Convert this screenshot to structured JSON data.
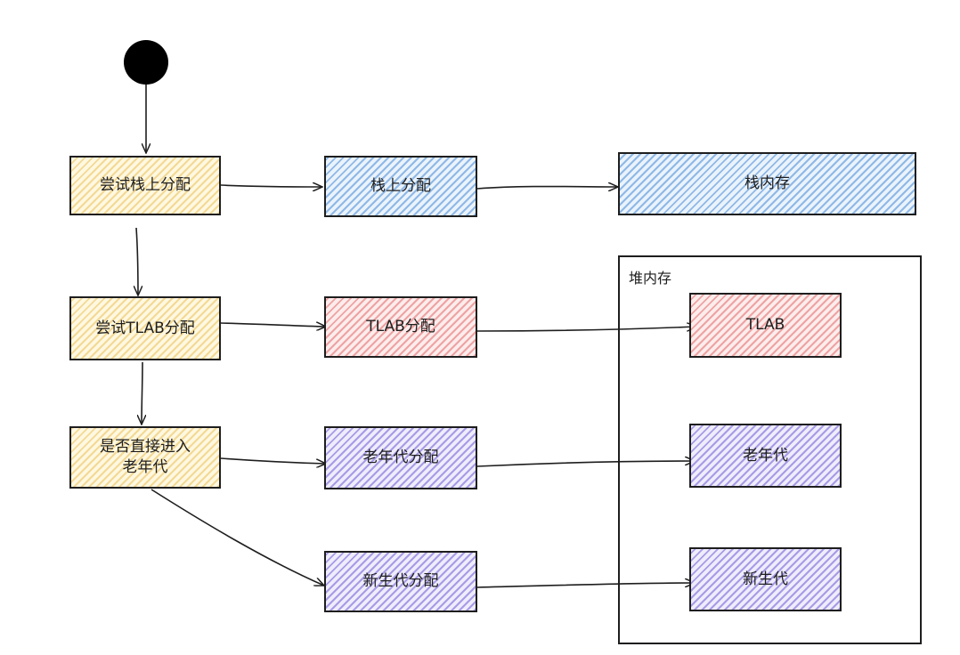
{
  "nodes": {
    "try_stack": "尝试栈上分配",
    "stack_alloc": "栈上分配",
    "stack_memory": "栈内存",
    "try_tlab": "尝试TLAB分配",
    "tlab_alloc": "TLAB分配",
    "tlab": "TLAB",
    "direct_old": "是否直接进入\n老年代",
    "old_alloc": "老年代分配",
    "old_gen": "老年代",
    "young_alloc": "新生代分配",
    "young_gen": "新生代"
  },
  "heap_label": "堆内存",
  "colors": {
    "yellow": "#f3d995",
    "blue": "#8fb8e6",
    "red": "#eea3a3",
    "purple": "#a89be6",
    "stroke": "#1e1e1e"
  }
}
